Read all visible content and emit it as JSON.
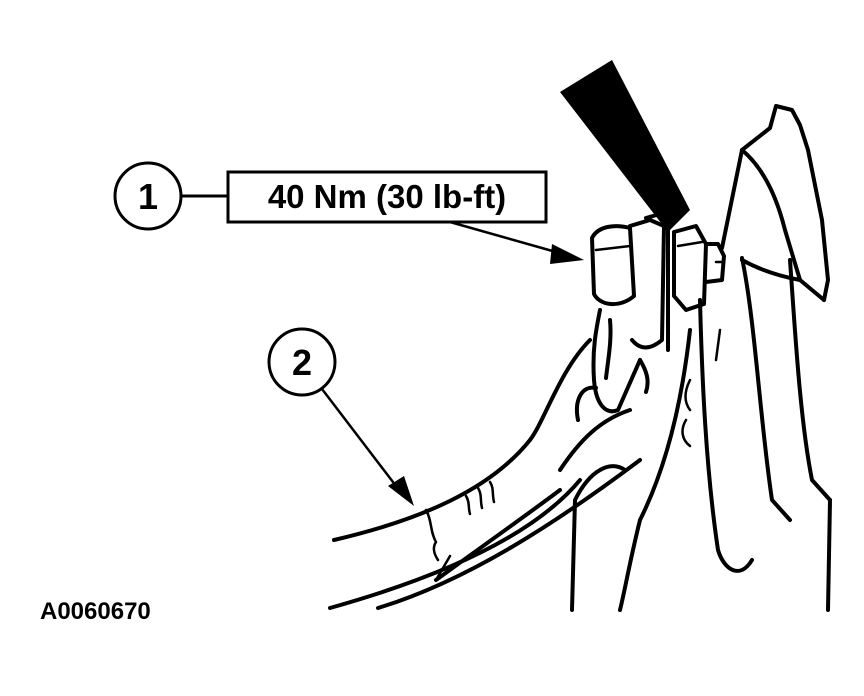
{
  "callouts": [
    {
      "number": "1",
      "label": "40 Nm (30 lb-ft)"
    },
    {
      "number": "2"
    }
  ],
  "figure_id": "A0060670",
  "colors": {
    "line": "#000000",
    "background": "#ffffff"
  }
}
